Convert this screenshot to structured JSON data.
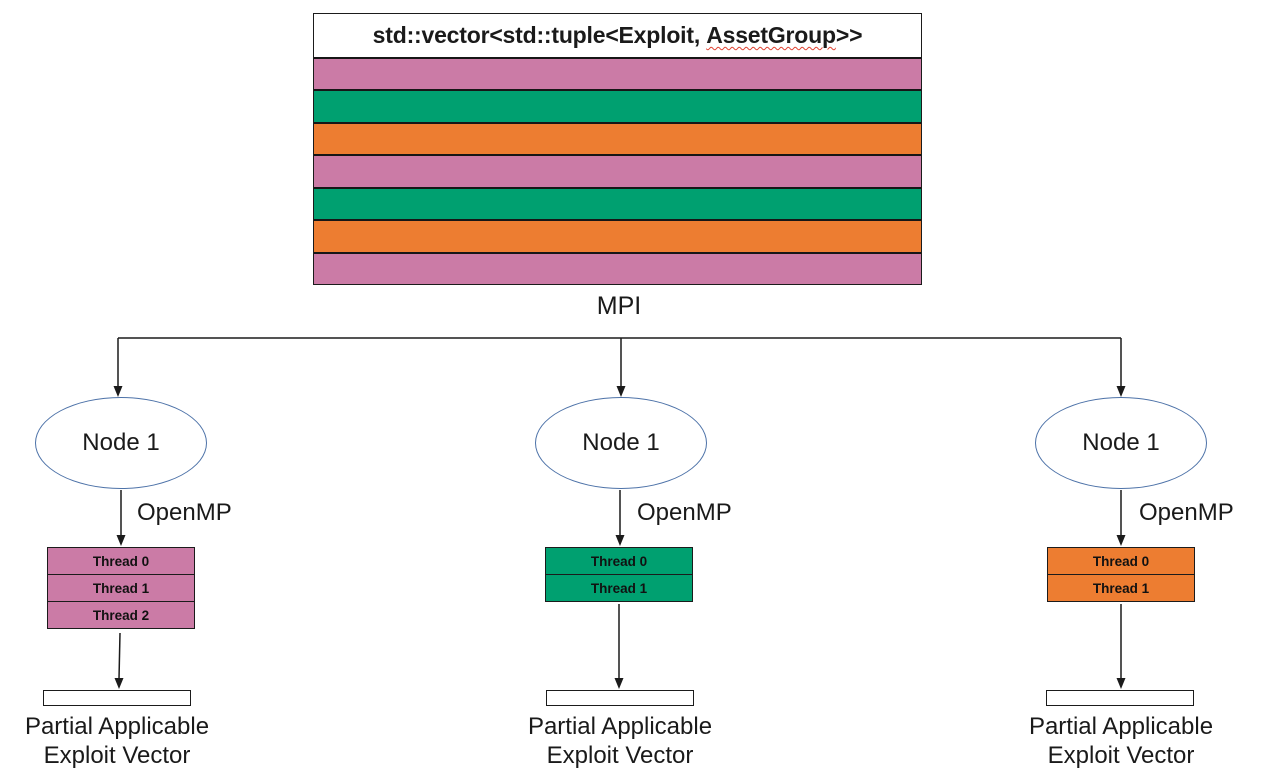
{
  "colors": {
    "pink": "#CB7BA6",
    "green": "#00A070",
    "orange": "#ED7D31",
    "ellipse_stroke": "#4d72a8",
    "line_black": "#1b1b1b",
    "squiggle_red": "#e0402f"
  },
  "vector_box": {
    "title_full": "std::vector<std::tuple<Exploit, AssetGroup>>",
    "title_prefix": "std::vector<std::tuple<Exploit, ",
    "title_flagged": "AssetGroup",
    "title_suffix": ">>",
    "stripes": [
      "#CB7BA6",
      "#00A070",
      "#ED7D31",
      "#CB7BA6",
      "#00A070",
      "#ED7D31",
      "#CB7BA6"
    ]
  },
  "mpi_label": "MPI",
  "columns": [
    {
      "node_label": "Node 1",
      "parallel_label": "OpenMP",
      "color": "#CB7BA6",
      "threads": [
        "Thread 0",
        "Thread 1",
        "Thread 2"
      ],
      "result_line1": "Partial Applicable",
      "result_line2": "Exploit Vector"
    },
    {
      "node_label": "Node 1",
      "parallel_label": "OpenMP",
      "color": "#00A070",
      "threads": [
        "Thread 0",
        "Thread 1"
      ],
      "result_line1": "Partial Applicable",
      "result_line2": "Exploit Vector"
    },
    {
      "node_label": "Node 1",
      "parallel_label": "OpenMP",
      "color": "#ED7D31",
      "threads": [
        "Thread 0",
        "Thread 1"
      ],
      "result_line1": "Partial Applicable",
      "result_line2": "Exploit Vector"
    }
  ]
}
